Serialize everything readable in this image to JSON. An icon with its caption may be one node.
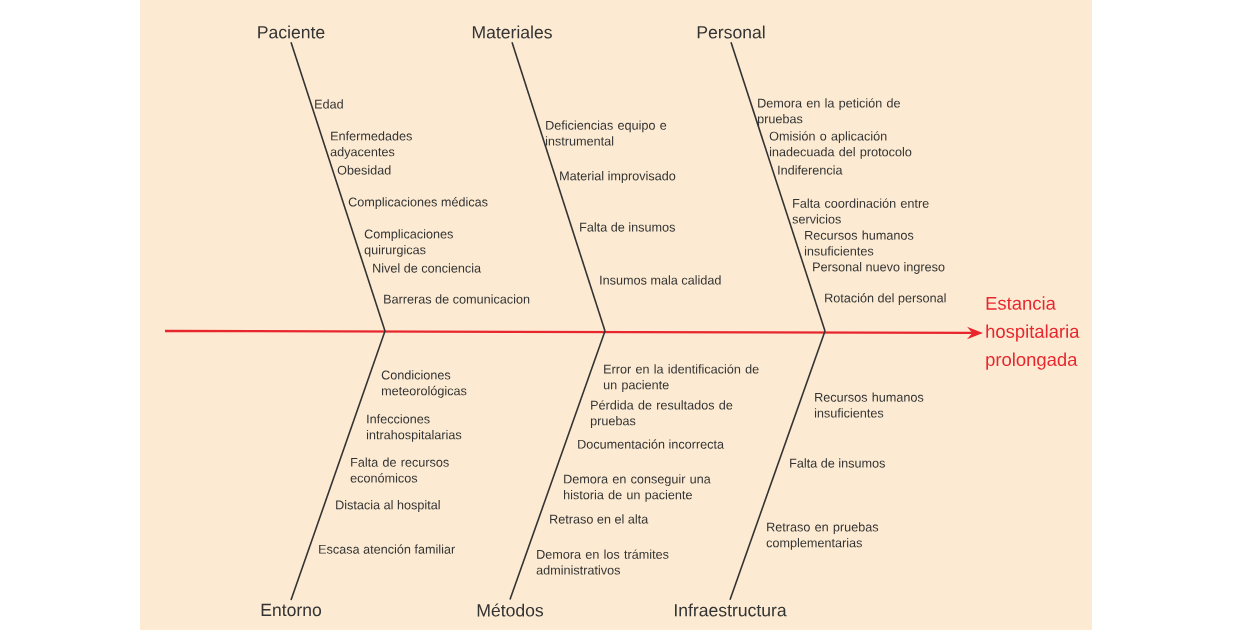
{
  "diagram": {
    "nodes": [
      {
        "text": [
          "Paciente"
        ]
      },
      {
        "text": [
          "Materiales"
        ]
      },
      {
        "text": [
          "Personal"
        ]
      },
      {
        "text": [
          "Entorno"
        ]
      },
      {
        "text": [
          "Métodos"
        ]
      },
      {
        "text": [
          "Infraestructura"
        ]
      },
      {
        "text": [
          "Estancia hospitalaria prolongada"
        ]
      }
    ],
    "edges": [
      {
        "from": null,
        "to": 6,
        "arrow": "to",
        "color": "#e8262e"
      },
      {
        "from": 0,
        "to": null,
        "arrow": "none"
      },
      {
        "from": 1,
        "to": null,
        "arrow": "none"
      },
      {
        "from": 2,
        "to": null,
        "arrow": "none"
      },
      {
        "from": 3,
        "to": null,
        "arrow": "none"
      },
      {
        "from": 4,
        "to": null,
        "arrow": "none"
      },
      {
        "from": 5,
        "to": null,
        "arrow": "none"
      }
    ],
    "labels": [
      "Edad",
      "Enfermedades adyacentes",
      "Obesidad",
      "Complicaciones médicas",
      "Complicaciones quirurgicas",
      "Nivel de conciencia",
      "Barreras de comunicacion",
      "Deficiencias equipo e instrumental",
      "Material improvisado",
      "Falta de insumos",
      "Insumos mala calidad",
      "Demora en la petición de pruebas",
      "Omisión o aplicación inadecuada del protocolo",
      "Indiferencia",
      "Falta coordinación entre servicios",
      "Recursos humanos insuficientes",
      "Personal nuevo ingreso",
      "Rotación del personal",
      "Condiciones meteorológicas",
      "Infecciones intrahospitalarias",
      "Falta de recursos económicos",
      "Distacia al hospital",
      "Escasa atención familiar",
      "Error en la identificación de un paciente",
      "Pérdida de resultados de pruebas",
      "Documentación incorrecta",
      "Demora en conseguir una historia de un paciente",
      "Retraso en el alta",
      "Demora en los trámites administrativos",
      "Recursos humanos insuficientes",
      "Falta de insumos",
      "Retraso en pruebas complementarias"
    ]
  }
}
